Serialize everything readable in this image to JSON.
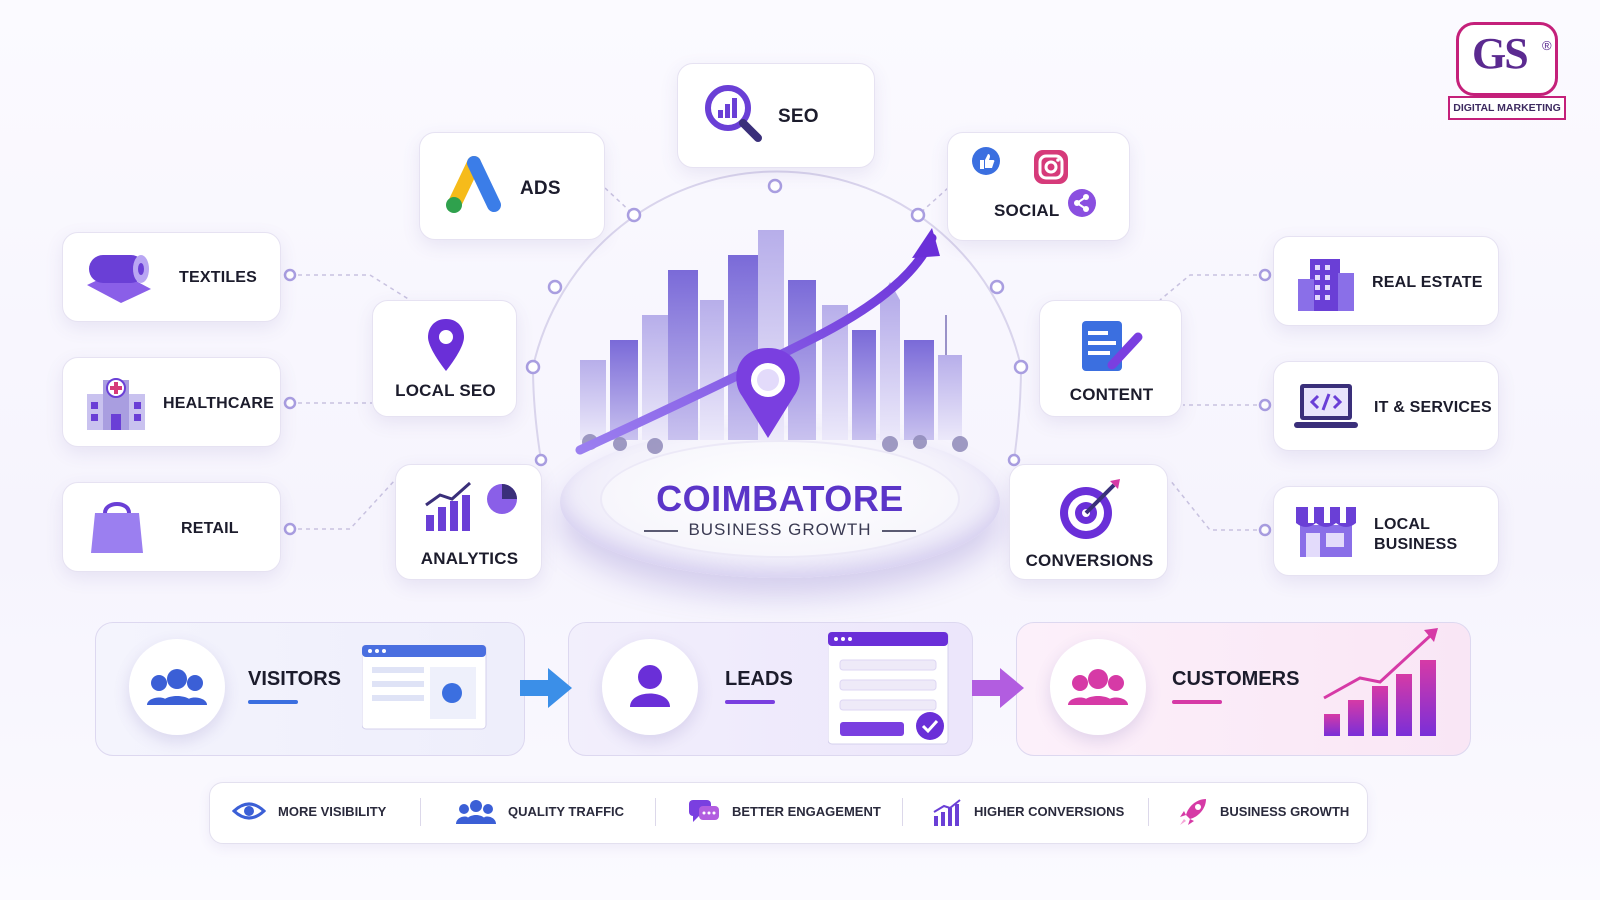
{
  "logo": {
    "mark": "GS",
    "registered": "®",
    "tagline": "DIGITAL MARKETING"
  },
  "center": {
    "title": "COIMBATORE",
    "subtitle": "BUSINESS GROWTH"
  },
  "services": {
    "seo": "SEO",
    "ads": "ADS",
    "social": "SOCIAL",
    "local_seo": "LOCAL SEO",
    "content": "CONTENT",
    "analytics": "ANALYTICS",
    "conversions": "CONVERSIONS"
  },
  "industries": {
    "textiles": "TEXTILES",
    "healthcare": "HEALTHCARE",
    "retail": "RETAIL",
    "real_estate": "REAL ESTATE",
    "it_services": "IT & SERVICES",
    "local_business_1": "LOCAL",
    "local_business_2": "BUSINESS"
  },
  "funnel": {
    "visitors": "VISITORS",
    "leads": "LEADS",
    "customers": "CUSTOMERS"
  },
  "benefits": {
    "visibility": "MORE VISIBILITY",
    "traffic": "QUALITY TRAFFIC",
    "engagement": "BETTER ENGAGEMENT",
    "conversions": "HIGHER CONVERSIONS",
    "growth": "BUSINESS GROWTH"
  },
  "colors": {
    "primary": "#6a3fd6",
    "accent": "#c4207a",
    "blue": "#3b6fe0",
    "pink": "#d63aa6"
  }
}
